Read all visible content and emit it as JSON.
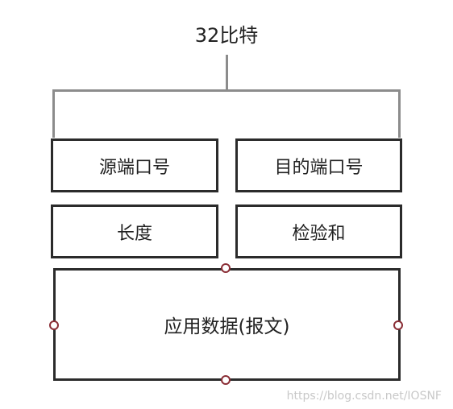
{
  "diagram": {
    "width_label": "32比特",
    "fields": {
      "source_port": "源端口号",
      "destination_port": "目的端口号",
      "length": "长度",
      "checksum": "检验和",
      "application_data": "应用数据(报文)"
    }
  },
  "watermark": "https://blog.csdn.net/IOSNF"
}
